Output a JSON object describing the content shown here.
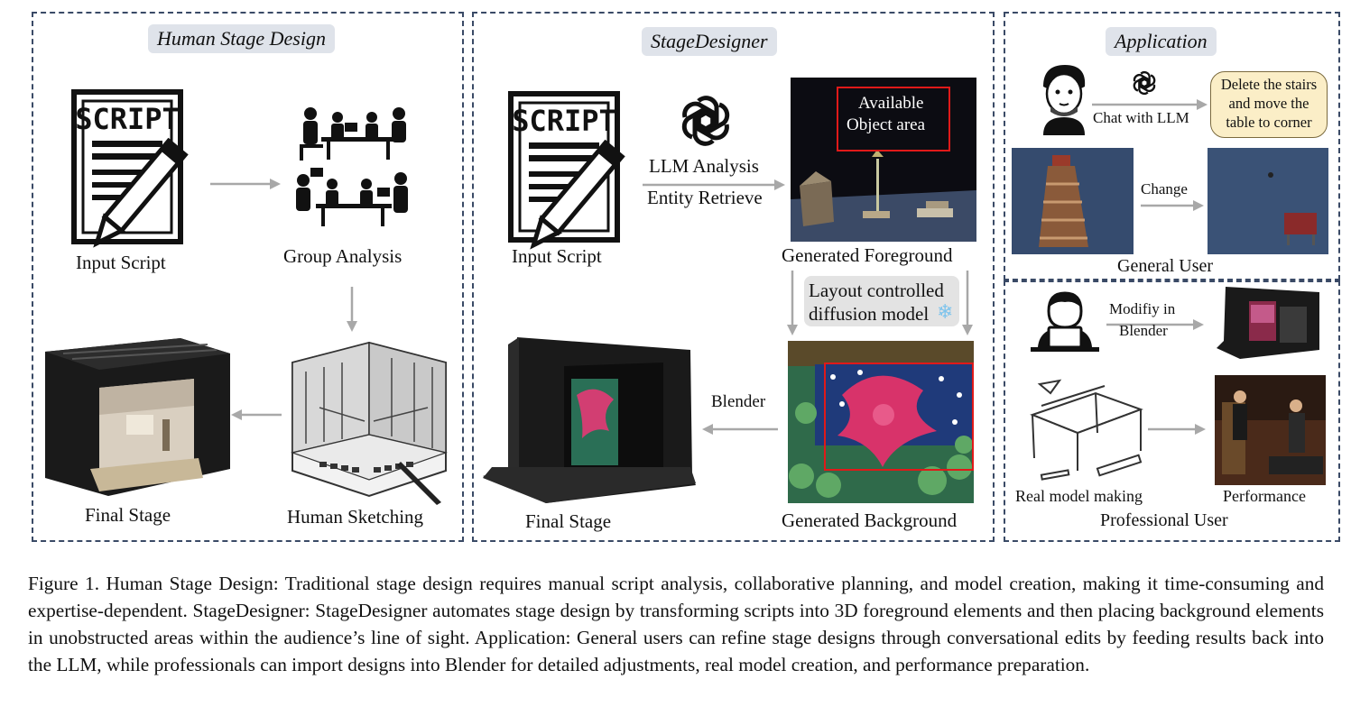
{
  "panels": {
    "human": {
      "title": "Human Stage Design",
      "input_script": "Input Script",
      "group_analysis": "Group Analysis",
      "human_sketching": "Human Sketching",
      "final_stage": "Final Stage"
    },
    "stagedesigner": {
      "title": "StageDesigner",
      "input_script": "Input Script",
      "llm_analysis": "LLM Analysis",
      "entity_retrieve": "Entity Retrieve",
      "object_area_l1": "Available",
      "object_area_l2": "Object area",
      "generated_foreground": "Generated Foreground",
      "layout_l1": "Layout controlled",
      "layout_l2": "diffusion model",
      "blender": "Blender",
      "final_stage": "Final Stage",
      "generated_background": "Generated Background"
    },
    "application": {
      "title": "Application",
      "chat_with_llm": "Chat with LLM",
      "bubble_l1": "Delete the stairs",
      "bubble_l2": "and move the",
      "bubble_l3": "table to corner",
      "change": "Change",
      "general_user": "General User",
      "modify_l1": "Modifiy in",
      "modify_l2": "Blender",
      "real_model_making": "Real model making",
      "performance": "Performance",
      "professional_user": "Professional User"
    }
  },
  "script_icon_text": "SCRIPT",
  "caption": "Figure 1.  Human Stage Design: Traditional stage design requires manual script analysis, collaborative planning, and model creation, making it time-consuming and expertise-dependent. StageDesigner: StageDesigner automates stage design by transforming scripts into 3D foreground elements and then placing background elements in unobstructed areas within the audience’s line of sight. Application: General users can refine stage designs through conversational edits by feeding results back into the LLM, while professionals can import designs into Blender for detailed adjustments, real model creation, and performance preparation.",
  "colors": {
    "panel_border": "#3a4a66",
    "tag_bg": "#dfe3ea",
    "arrow": "#a8a8a8",
    "redbox": "#e01919",
    "bubble": "#fbeec7"
  }
}
